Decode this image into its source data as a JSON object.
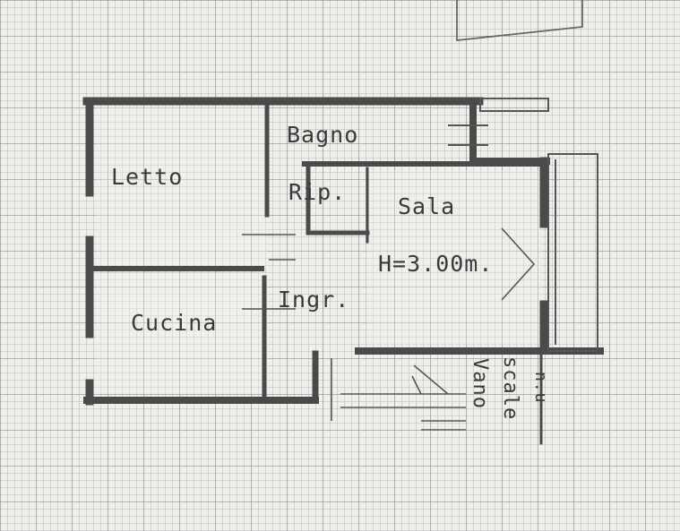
{
  "rooms": {
    "bedroom": "Letto",
    "bathroom": "Bagno",
    "storage": "Rip.",
    "living": "Sala",
    "height_note": "H=3.00m.",
    "entrance": "Ingr.",
    "kitchen": "Cucina"
  },
  "stairs": {
    "word1": "Vano",
    "word2": "scale",
    "mark": "n.u"
  },
  "colors": {
    "paper": "#efefec",
    "grid": "#9a9a9a",
    "wall": "#4a4a4a",
    "text": "#3a3a3a"
  }
}
